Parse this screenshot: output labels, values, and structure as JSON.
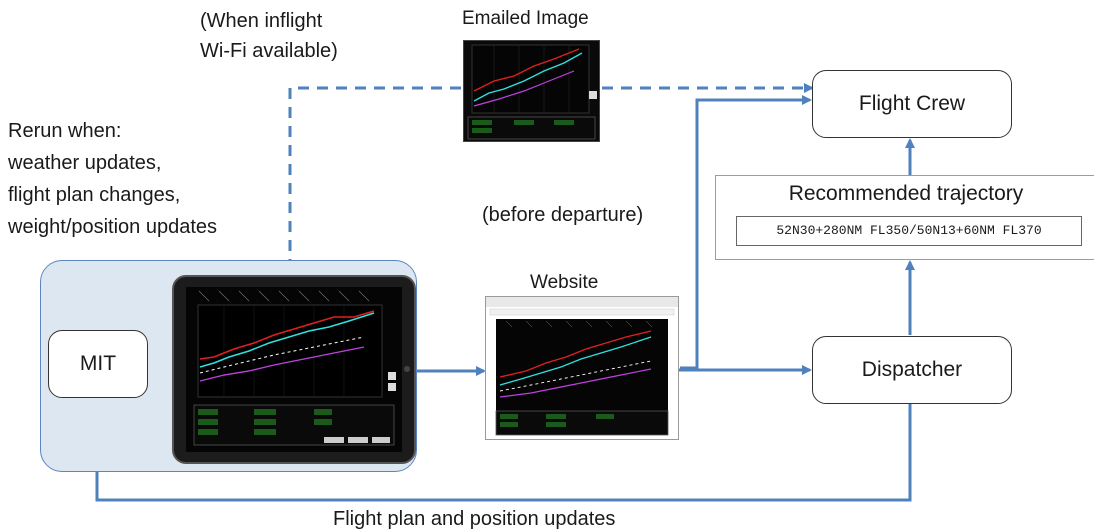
{
  "labels": {
    "inflight_wifi": [
      "(When inflight",
      "Wi-Fi available)"
    ],
    "emailed_image": "Emailed Image",
    "rerun": [
      "Rerun when:",
      "weather updates,",
      "flight plan changes,",
      "weight/position updates"
    ],
    "before_departure": "(before departure)",
    "website": "Website",
    "flight_plan_updates": "Flight plan and position updates"
  },
  "nodes": {
    "mit": "MIT",
    "flight_crew": "Flight Crew",
    "dispatcher": "Dispatcher"
  },
  "recommended": {
    "title": "Recommended trajectory",
    "code": "52N30+280NM FL350/50N13+60NM FL370"
  },
  "colors": {
    "arrow": "#4f81bd",
    "panel_fill": "#dde7f2",
    "panel_border": "#5b86bd",
    "screen_bg": "#0a0a0a",
    "trace_red": "#e02020",
    "trace_cyan": "#30e0e0",
    "trace_magenta": "#c040e0",
    "trace_white": "#ffffff"
  }
}
